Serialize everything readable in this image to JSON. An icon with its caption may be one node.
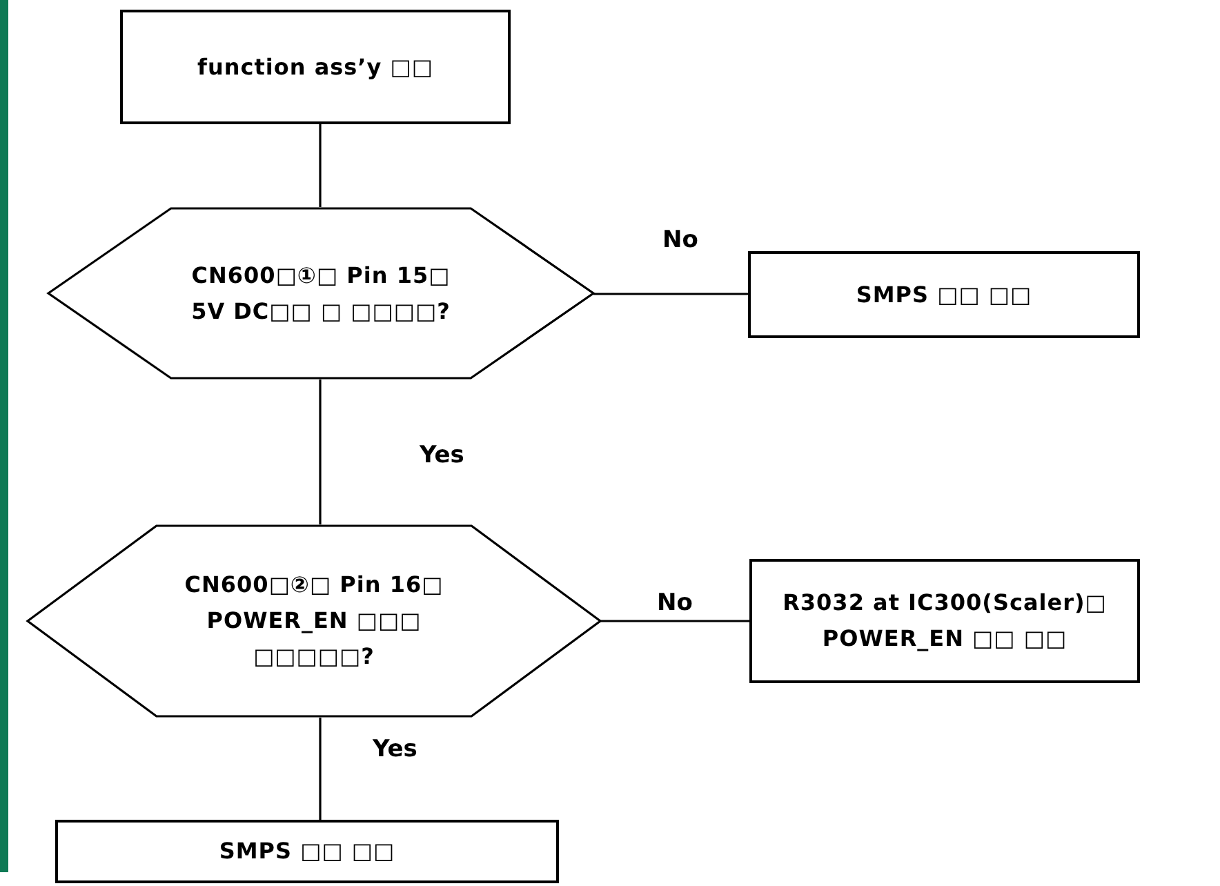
{
  "diagram": {
    "nodes": [
      {
        "text": [
          "function ass’y □□"
        ]
      },
      {
        "text": [
          "CN600□①□ Pin 15□ 5V DC□□ □ □□□□?"
        ]
      },
      {
        "text": [
          "SMPS □□ □□"
        ]
      },
      {
        "text": [
          "CN600□②□ Pin 16□ POWER_EN □□□ □□□□□?"
        ]
      },
      {
        "text": [
          "R3032 at IC300(Scaler)□ POWER_EN □□ □□"
        ]
      },
      {
        "text": [
          "SMPS □□ □□"
        ]
      }
    ],
    "edges": [
      {
        "from": 0,
        "to": 1,
        "arrow": "none"
      },
      {
        "from": 1,
        "to": 2,
        "arrow": "none",
        "label": "No"
      },
      {
        "from": 1,
        "to": 3,
        "arrow": "none",
        "label": "Yes"
      },
      {
        "from": 3,
        "to": 4,
        "arrow": "none",
        "label": "No"
      },
      {
        "from": 3,
        "to": 5,
        "arrow": "none",
        "label": "Yes"
      }
    ]
  }
}
